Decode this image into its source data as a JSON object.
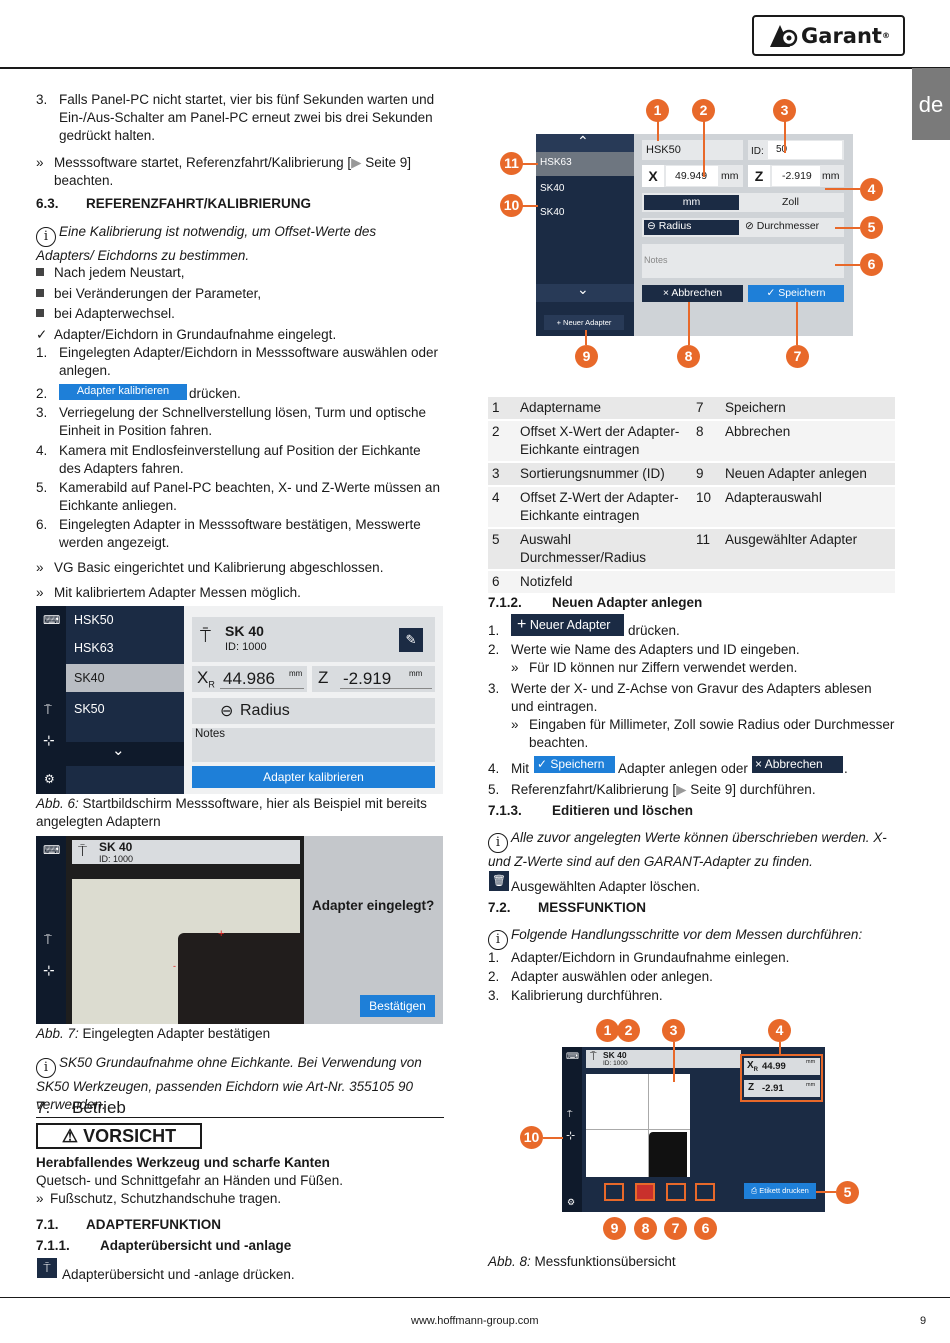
{
  "header": {
    "logo": "Garant",
    "logo_reg": "®",
    "lang_tab": "de"
  },
  "left": {
    "step3": "Falls Panel-PC nicht startet, vier bis fünf Sekunden warten und Ein-/Aus-Schalter am Panel-PC erneut zwei bis drei Sekunden gedrückt halten.",
    "result1a": "Messsoftware startet, Referenzfahrt/Kalibrierung [",
    "result1b": " Seite 9] beachten.",
    "sec63_num": "6.3.",
    "sec63_title": "REFERENZFAHRT/KALIBRIERUNG",
    "info1": "Eine Kalibrierung ist notwendig, um Offset-Werte des Adapters/ Eichdorns zu bestimmen.",
    "bullets": [
      "Nach jedem Neustart,",
      "bei Veränderungen der Parameter,",
      "bei Adapterwechsel."
    ],
    "check": "Adapter/Eichdorn in Grundaufnahme eingelegt.",
    "steps": [
      {
        "n": "1.",
        "t": "Eingelegten Adapter/Eichdorn in Messsoftware auswählen oder anlegen."
      },
      {
        "n": "2.",
        "btn": "Adapter kalibrieren",
        "t": "drücken."
      },
      {
        "n": "3.",
        "t": "Verriegelung der Schnellverstellung lösen, Turm und optische Einheit in Position fahren."
      },
      {
        "n": "4.",
        "t": "Kamera mit Endlosfeinverstellung auf Position der Eichkante des Adapters fahren."
      },
      {
        "n": "5.",
        "t": "Kamerabild auf Panel-PC beachten, X- und Z-Werte müssen an Eichkante anliegen."
      },
      {
        "n": "6.",
        "t": "Eingelegten Adapter in Messsoftware bestätigen, Messwerte werden angezeigt."
      }
    ],
    "res2": "VG Basic eingerichtet und Kalibrierung abgeschlossen.",
    "res3": "Mit kalibriertem Adapter Messen möglich.",
    "fig6": {
      "list": [
        "HSK50",
        "HSK63",
        "SK40",
        "SK50"
      ],
      "title": "SK 40",
      "id": "ID: 1000",
      "xr_label": "X",
      "xr_sub": "R",
      "xval": "44.986",
      "xunit": "mm",
      "zlabel": "Z",
      "zval": "-2.919",
      "zunit": "mm",
      "radius": "Radius",
      "notes": "Notes",
      "button": "Adapter kalibrieren"
    },
    "cap6_a": "Abb. 6:",
    "cap6_b": " Startbildschirm Messsoftware, hier als Beispiel mit bereits angelegten Adaptern",
    "fig7": {
      "title": "SK 40",
      "id": "ID:  1000",
      "question": "Adapter eingelegt?",
      "button": "Bestätigen"
    },
    "cap7_a": "Abb. 7:",
    "cap7_b": " Eingelegten Adapter bestätigen",
    "info2": "SK50 Grundaufnahme ohne Eichkante. Bei Verwendung von SK50 Werkzeugen, passenden Eichdorn wie Art-Nr. 355105 90 verwenden.",
    "sec7_num": "7.",
    "sec7_title": "Betrieb",
    "warn": "VORSICHT",
    "warn_head": "Herabfallendes Werkzeug und scharfe Kanten",
    "warn_t1": "Quetsch- und Schnittgefahr an Händen und Füßen.",
    "warn_t2": "Fußschutz, Schutzhandschuhe tragen.",
    "sec71_num": "7.1.",
    "sec71_title": "ADAPTERFUNKTION",
    "sec711_num": "7.1.1.",
    "sec711_title": "Adapterübersicht und -anlage",
    "sec711_t": "Adapterübersicht und -anlage drücken."
  },
  "right": {
    "fig_top": {
      "list_sel": "HSK63",
      "list": [
        "SK40",
        "SK40"
      ],
      "name": "HSK50",
      "id_label": "ID:",
      "id_val": "50",
      "x": "X",
      "xval": "49.949",
      "xunit": "mm",
      "z": "Z",
      "zval": "-2.919",
      "zunit": "mm",
      "mm": "mm",
      "zoll": "Zoll",
      "radius": "Radius",
      "durchmesser": "Durchmesser",
      "notes": "Notes",
      "abbrechen": "Abbrechen",
      "speichern": "Speichern",
      "neuer": "Neuer Adapter",
      "callouts": [
        "1",
        "2",
        "3",
        "4",
        "5",
        "6",
        "7",
        "8",
        "9",
        "10",
        "11"
      ]
    },
    "table": [
      [
        "1",
        "Adaptername",
        "7",
        "Speichern"
      ],
      [
        "2",
        "Offset X-Wert der Adapter-Eichkante eintragen",
        "8",
        "Abbrechen"
      ],
      [
        "3",
        "Sortierungsnummer (ID)",
        "9",
        "Neuen Adapter anlegen"
      ],
      [
        "4",
        "Offset Z-Wert der Adapter-Eichkante eintragen",
        "10",
        "Adapterauswahl"
      ],
      [
        "5",
        "Auswahl Durchmesser/Radius",
        "11",
        "Ausgewählter Adapter"
      ],
      [
        "6",
        "Notizfeld",
        "",
        ""
      ]
    ],
    "sec712_num": "7.1.2.",
    "sec712_title": "Neuen Adapter anlegen",
    "s712": [
      {
        "n": "1.",
        "btn": "Neuer Adapter",
        "t": "drücken."
      },
      {
        "n": "2.",
        "t": "Werte wie Name des Adapters und ID eingeben."
      },
      {
        "n": "»",
        "t": "Für ID können nur Ziffern verwendet werden."
      },
      {
        "n": "3.",
        "t": "Werte der X- und Z-Achse von Gravur des Adapters ablesen und eintragen."
      },
      {
        "n": "»",
        "t": "Eingaben für Millimeter, Zoll sowie Radius oder Durchmesser beachten."
      },
      {
        "n": "4.",
        "mit": "Mit",
        "btn1": "Speichern",
        "mid": "Adapter anlegen oder",
        "btn2": "Abbrechen",
        "end": "."
      },
      {
        "n": "5.",
        "t1": "Referenzfahrt/Kalibrierung [",
        "t2": " Seite 9] durchführen."
      }
    ],
    "sec713_num": "7.1.3.",
    "sec713_title": "Editieren und löschen",
    "info3": "Alle zuvor angelegten Werte können überschrieben werden. X- und Z-Werte sind auf den GARANT-Adapter zu finden.",
    "del_t": "Ausgewählten Adapter löschen.",
    "sec72_num": "7.2.",
    "sec72_title": "MESSFUNKTION",
    "info4": "Folgende Handlungsschritte vor dem Messen durchführen:",
    "s72": [
      {
        "n": "1.",
        "t": "Adapter/Eichdorn in Grundaufnahme einlegen."
      },
      {
        "n": "2.",
        "t": "Adapter auswählen oder anlegen."
      },
      {
        "n": "3.",
        "t": "Kalibrierung durchführen."
      }
    ],
    "fig8": {
      "title": "SK 40",
      "id": "ID: 1000",
      "xr": "X",
      "xr_sub": "R",
      "xval": "44.99",
      "z": "Z",
      "zval": "-2.91",
      "unit": "mm",
      "print": "Etikett drucken",
      "callouts": [
        "1",
        "2",
        "3",
        "4",
        "5",
        "6",
        "7",
        "8",
        "9",
        "10"
      ]
    },
    "cap8_a": "Abb. 8:",
    "cap8_b": " Messfunktionsübersicht"
  },
  "footer": {
    "url": "www.hoffmann-group.com",
    "page": "9"
  }
}
